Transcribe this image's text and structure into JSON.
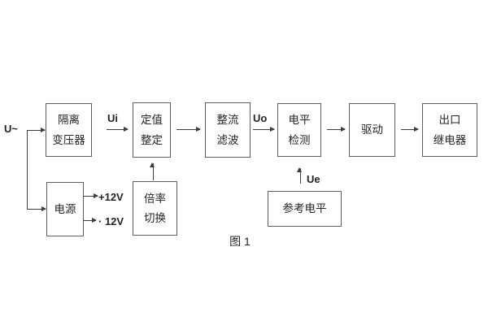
{
  "diagram": {
    "caption": "图 1",
    "source_label": "U~",
    "signal_labels": {
      "ui": "Ui",
      "uo": "Uo",
      "ue": "Ue"
    },
    "power_labels": {
      "pos": "+12V",
      "neg": "· 12V"
    },
    "blocks": {
      "isolation_transformer": {
        "line1": "隔离",
        "line2": "变压器"
      },
      "value_setting": {
        "line1": "定值",
        "line2": "整定"
      },
      "rectifier_filter": {
        "line1": "整流",
        "line2": "滤波"
      },
      "level_detection": {
        "line1": "电平",
        "line2": "检测"
      },
      "driver": {
        "label": "驱动"
      },
      "output_relay": {
        "line1": "出口",
        "line2": "继电器"
      },
      "power_supply": {
        "label": "电源"
      },
      "ratio_switch": {
        "line1": "倍率",
        "line2": "切换"
      },
      "reference_level": {
        "label": "参考电平"
      }
    },
    "colors": {
      "stroke": "#3c3c3c",
      "box_border": "#5f5f5f",
      "text": "#242424",
      "background": "#ffffff"
    }
  }
}
